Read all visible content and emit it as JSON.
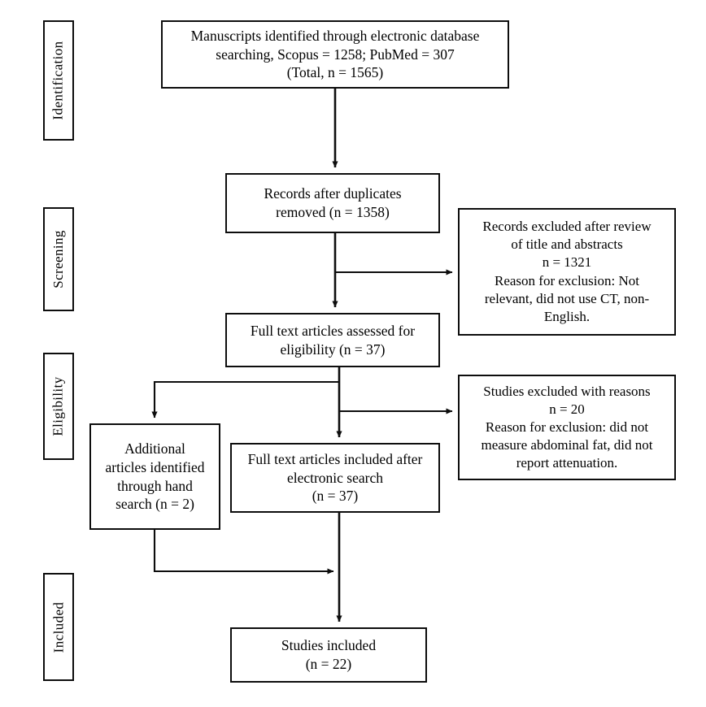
{
  "diagram": {
    "title": "PRISMA study selection flow diagram",
    "type": "prisma-flow",
    "colors": {
      "background": "#ffffff",
      "stroke": "#0d0d0d",
      "text": "#000000"
    }
  },
  "stages": [
    {
      "id": "identification",
      "label": "Identification"
    },
    {
      "id": "screening",
      "label": "Screening"
    },
    {
      "id": "eligibility",
      "label": "Eligibility"
    },
    {
      "id": "included",
      "label": "Included"
    }
  ],
  "nodes": {
    "identified": {
      "text": "Manuscripts identified through electronic database\nsearching, Scopus = 1258; PubMed = 307\n(Total, n = 1565)",
      "counts": {
        "scopus": 1258,
        "pubmed": 307,
        "total": 1565
      }
    },
    "duplicates_removed": {
      "text": "Records after duplicates\nremoved (n = 1358)",
      "counts": {
        "n": 1358
      }
    },
    "excluded_screening": {
      "text": "Records excluded after review\nof title and abstracts\nn = 1321\nReason for exclusion: Not\nrelevant, did not use CT, non-\nEnglish.",
      "counts": {
        "n": 1321
      }
    },
    "fulltext_assessed": {
      "text": "Full text articles assessed for\neligibility (n = 37)",
      "counts": {
        "n": 37
      }
    },
    "excluded_eligibility": {
      "text": "Studies excluded with reasons\nn = 20\nReason for exclusion: did not\nmeasure abdominal fat, did not\nreport attenuation.",
      "counts": {
        "n": 20
      }
    },
    "hand_search": {
      "text": "Additional\narticles identified\nthrough hand\nsearch (n = 2)",
      "counts": {
        "n": 2
      }
    },
    "fulltext_included": {
      "text": "Full text articles included after\nelectronic search\n(n = 37)",
      "counts": {
        "n": 37
      }
    },
    "studies_included": {
      "text": "Studies included\n(n = 22)",
      "counts": {
        "n": 22
      }
    }
  },
  "edges": [
    {
      "from": "identified",
      "to": "duplicates_removed",
      "kind": "arrow-down"
    },
    {
      "from": "duplicates_removed",
      "to": "excluded_screening",
      "kind": "arrow-right"
    },
    {
      "from": "duplicates_removed",
      "to": "fulltext_assessed",
      "kind": "arrow-down"
    },
    {
      "from": "fulltext_assessed",
      "to": "hand_search",
      "kind": "arrow-left-down"
    },
    {
      "from": "fulltext_assessed",
      "to": "excluded_eligibility",
      "kind": "arrow-right"
    },
    {
      "from": "fulltext_assessed",
      "to": "fulltext_included",
      "kind": "arrow-down"
    },
    {
      "from": "hand_search",
      "to": "studies_included",
      "kind": "arrow-down-right"
    },
    {
      "from": "fulltext_included",
      "to": "studies_included",
      "kind": "arrow-down"
    }
  ]
}
